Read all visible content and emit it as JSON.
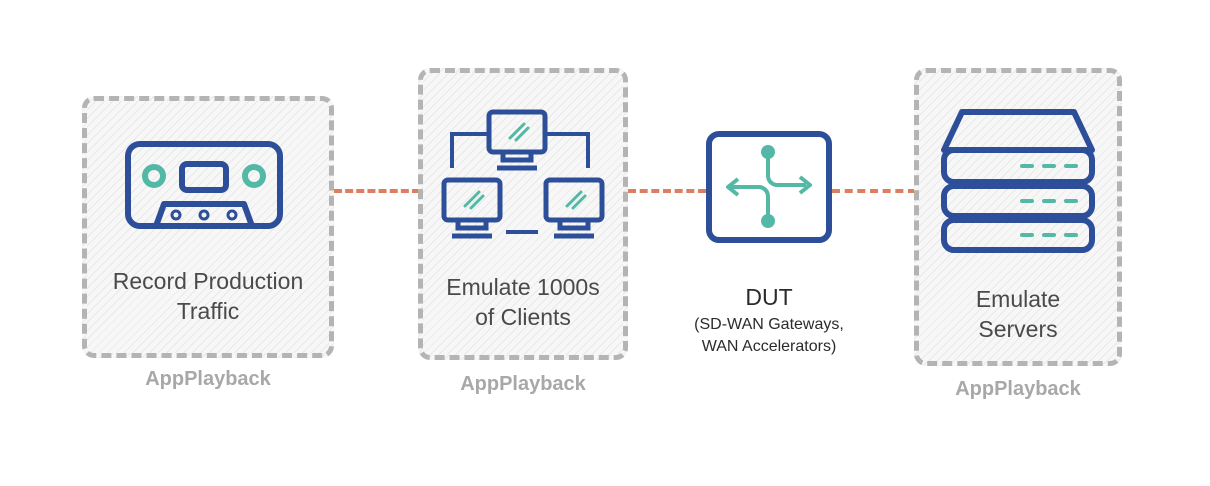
{
  "nodes": {
    "record": {
      "label_line1": "Record Production",
      "label_line2": "Traffic",
      "caption": "AppPlayback",
      "icon": "cassette-tape-icon"
    },
    "clients": {
      "label_line1": "Emulate 1000s",
      "label_line2": "of Clients",
      "caption": "AppPlayback",
      "icon": "computer-network-icon"
    },
    "dut": {
      "title": "DUT",
      "sub_line1": "(SD-WAN Gateways,",
      "sub_line2": "WAN Accelerators)",
      "icon": "router-icon"
    },
    "servers": {
      "label_line1": "Emulate",
      "label_line2": "Servers",
      "caption": "AppPlayback",
      "icon": "server-stack-icon"
    }
  },
  "colors": {
    "icon_blue": "#2d4f9a",
    "icon_teal": "#54b8a7",
    "connector": "#de7d5f",
    "box_border": "#b4b4b4",
    "caption": "#a8a8a8"
  }
}
